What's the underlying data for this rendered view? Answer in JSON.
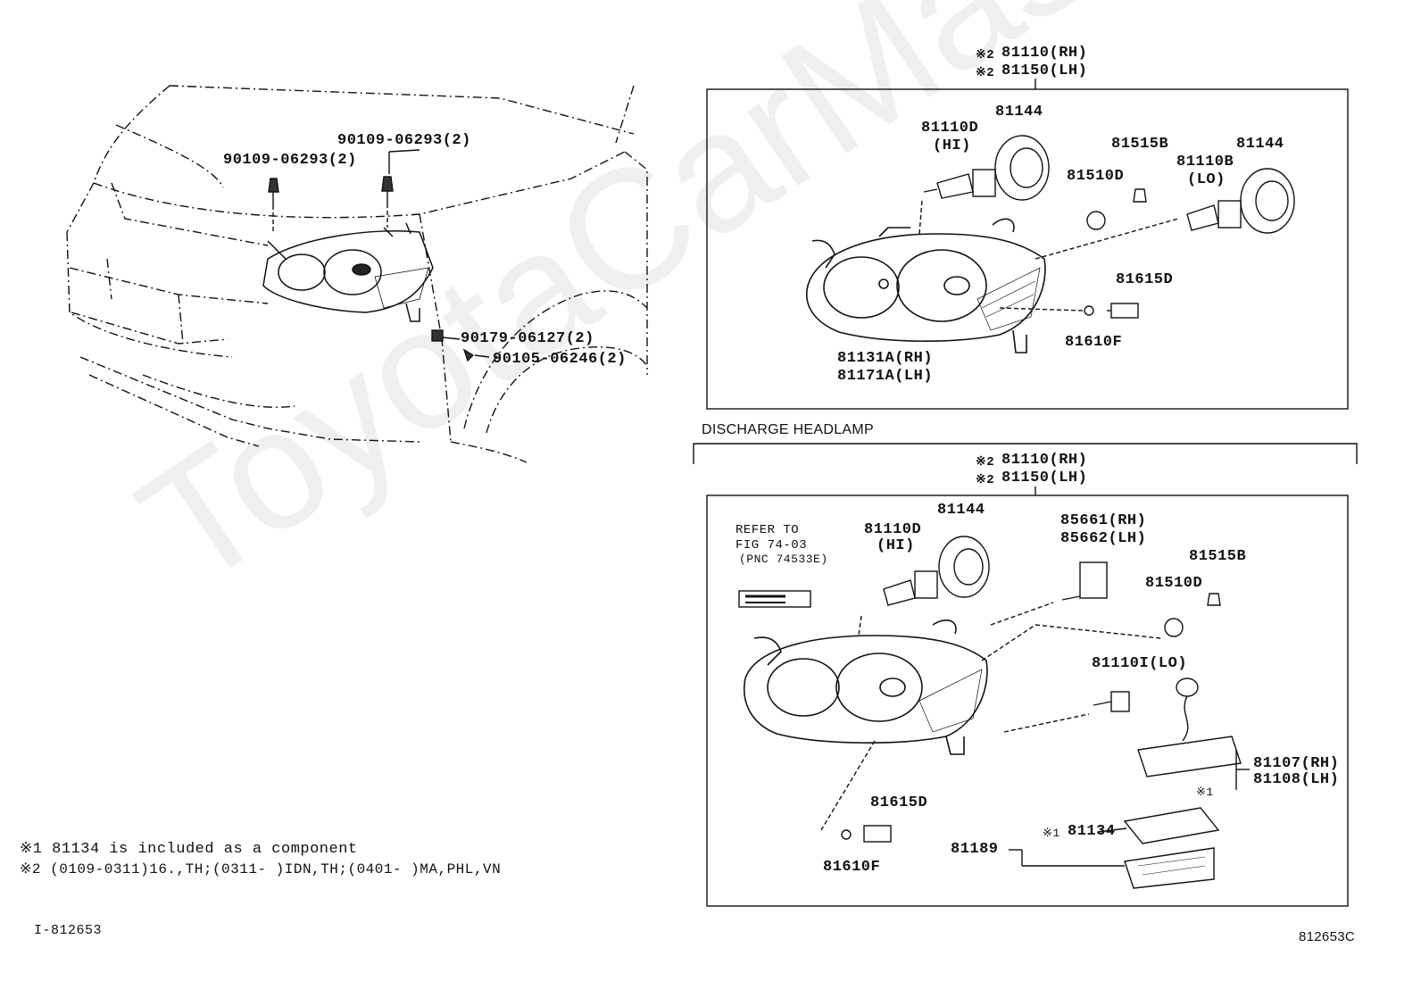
{
  "overview": {
    "bolt_a": "90109-06293(2)",
    "bolt_b": "90109-06293(2)",
    "clip": "90179-06127(2)",
    "screw": "90105-06246(2)"
  },
  "top_panel": {
    "assy_rh": "81110(RH)",
    "assy_lh": "81150(LH)",
    "hi_bulb": "81110D",
    "hi_tag": "(HI)",
    "cover_1": "81144",
    "socket": "81515B",
    "side_bulb": "81510D",
    "lo_bulb": "81110B",
    "lo_tag": "(LO)",
    "cover_2": "81144",
    "fog_socket": "81615D",
    "fog_bulb": "81610F",
    "unit_rh": "81131A(RH)",
    "unit_lh": "81171A(LH)"
  },
  "discharge_title": "DISCHARGE HEADLAMP",
  "bottom_panel": {
    "assy_rh": "81110(RH)",
    "assy_lh": "81150(LH)",
    "refer_1": "REFER TO",
    "refer_2": "FIG 74-03",
    "refer_3": "(PNC 74533E)",
    "hi_bulb": "81110D",
    "hi_tag": "(HI)",
    "cover": "81144",
    "comp_rh": "85661(RH)",
    "comp_lh": "85662(LH)",
    "socket": "81515B",
    "side_bulb": "81510D",
    "hid_bulb": "81110I(LO)",
    "ballast_rh": "81107(RH)",
    "ballast_lh": "81108(LH)",
    "ballast_note": "※1",
    "fog_socket": "81615D",
    "fog_bulb": "81610F",
    "cover_part": "81189",
    "gasket": "81134",
    "gasket_note": "※1"
  },
  "notes": {
    "note1": "※1 81134 is included as a component",
    "note2": "※2 (0109-0311)16.,TH;(0311-     )IDN,TH;(0401-     )MA,PHL,VN"
  },
  "mark2": "※2",
  "footer_left": "I-812653",
  "footer_right": "812653C",
  "watermark": "ToyotaCarMaster.ru"
}
